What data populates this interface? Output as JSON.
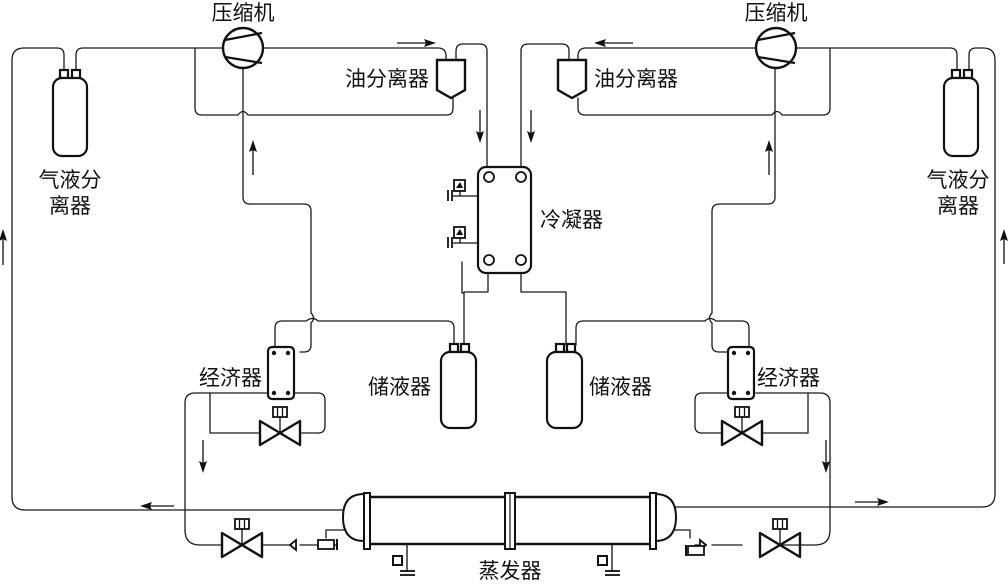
{
  "diagram": {
    "title": "Dual-compressor economizer refrigeration system schematic",
    "labels": {
      "compressor_left": "压缩机",
      "compressor_right": "压缩机",
      "oil_separator_left": "油分离器",
      "oil_separator_right": "油分离器",
      "gas_liquid_separator_left_line1": "气液分",
      "gas_liquid_separator_left_line2": "离器",
      "gas_liquid_separator_right_line1": "气液分",
      "gas_liquid_separator_right_line2": "离器",
      "condenser": "冷凝器",
      "receiver_left": "储液器",
      "receiver_right": "储液器",
      "economizer_left": "经济器",
      "economizer_right": "经济器",
      "evaporator": "蒸发器"
    },
    "components": [
      {
        "id": "compressor-left",
        "type": "compressor",
        "side": "left"
      },
      {
        "id": "compressor-right",
        "type": "compressor",
        "side": "right"
      },
      {
        "id": "oil-separator-left",
        "type": "oil-separator",
        "side": "left"
      },
      {
        "id": "oil-separator-right",
        "type": "oil-separator",
        "side": "right"
      },
      {
        "id": "gas-liquid-separator-left",
        "type": "accumulator",
        "side": "left"
      },
      {
        "id": "gas-liquid-separator-right",
        "type": "accumulator",
        "side": "right"
      },
      {
        "id": "condenser",
        "type": "plate-heat-exchanger",
        "side": "center"
      },
      {
        "id": "receiver-left",
        "type": "liquid-receiver",
        "side": "left"
      },
      {
        "id": "receiver-right",
        "type": "liquid-receiver",
        "side": "right"
      },
      {
        "id": "economizer-left",
        "type": "plate-heat-exchanger",
        "side": "left"
      },
      {
        "id": "economizer-right",
        "type": "plate-heat-exchanger",
        "side": "right"
      },
      {
        "id": "evaporator",
        "type": "shell-and-tube",
        "side": "center"
      },
      {
        "id": "economizer-valve-left",
        "type": "expansion-valve",
        "side": "left"
      },
      {
        "id": "economizer-valve-right",
        "type": "expansion-valve",
        "side": "right"
      },
      {
        "id": "main-valve-left",
        "type": "expansion-valve",
        "side": "left"
      },
      {
        "id": "main-valve-right",
        "type": "expansion-valve",
        "side": "right"
      }
    ],
    "flow_arrows": [
      {
        "location": "compressor discharge to oil separator (left)",
        "direction": "right"
      },
      {
        "location": "compressor discharge to oil separator (right)",
        "direction": "left"
      },
      {
        "location": "oil separator to condenser (left)",
        "direction": "down"
      },
      {
        "location": "oil separator to condenser (right)",
        "direction": "down"
      },
      {
        "location": "economizer vapor to compressor (left)",
        "direction": "up"
      },
      {
        "location": "economizer vapor to compressor (right)",
        "direction": "up"
      },
      {
        "location": "suction return line (left)",
        "direction": "up"
      },
      {
        "location": "suction return line (right)",
        "direction": "up"
      },
      {
        "location": "liquid line to evaporator (left)",
        "direction": "down"
      },
      {
        "location": "liquid line to evaporator (right)",
        "direction": "down"
      },
      {
        "location": "evaporator outlet (left)",
        "direction": "left"
      },
      {
        "location": "evaporator outlet (right)",
        "direction": "right"
      }
    ]
  }
}
